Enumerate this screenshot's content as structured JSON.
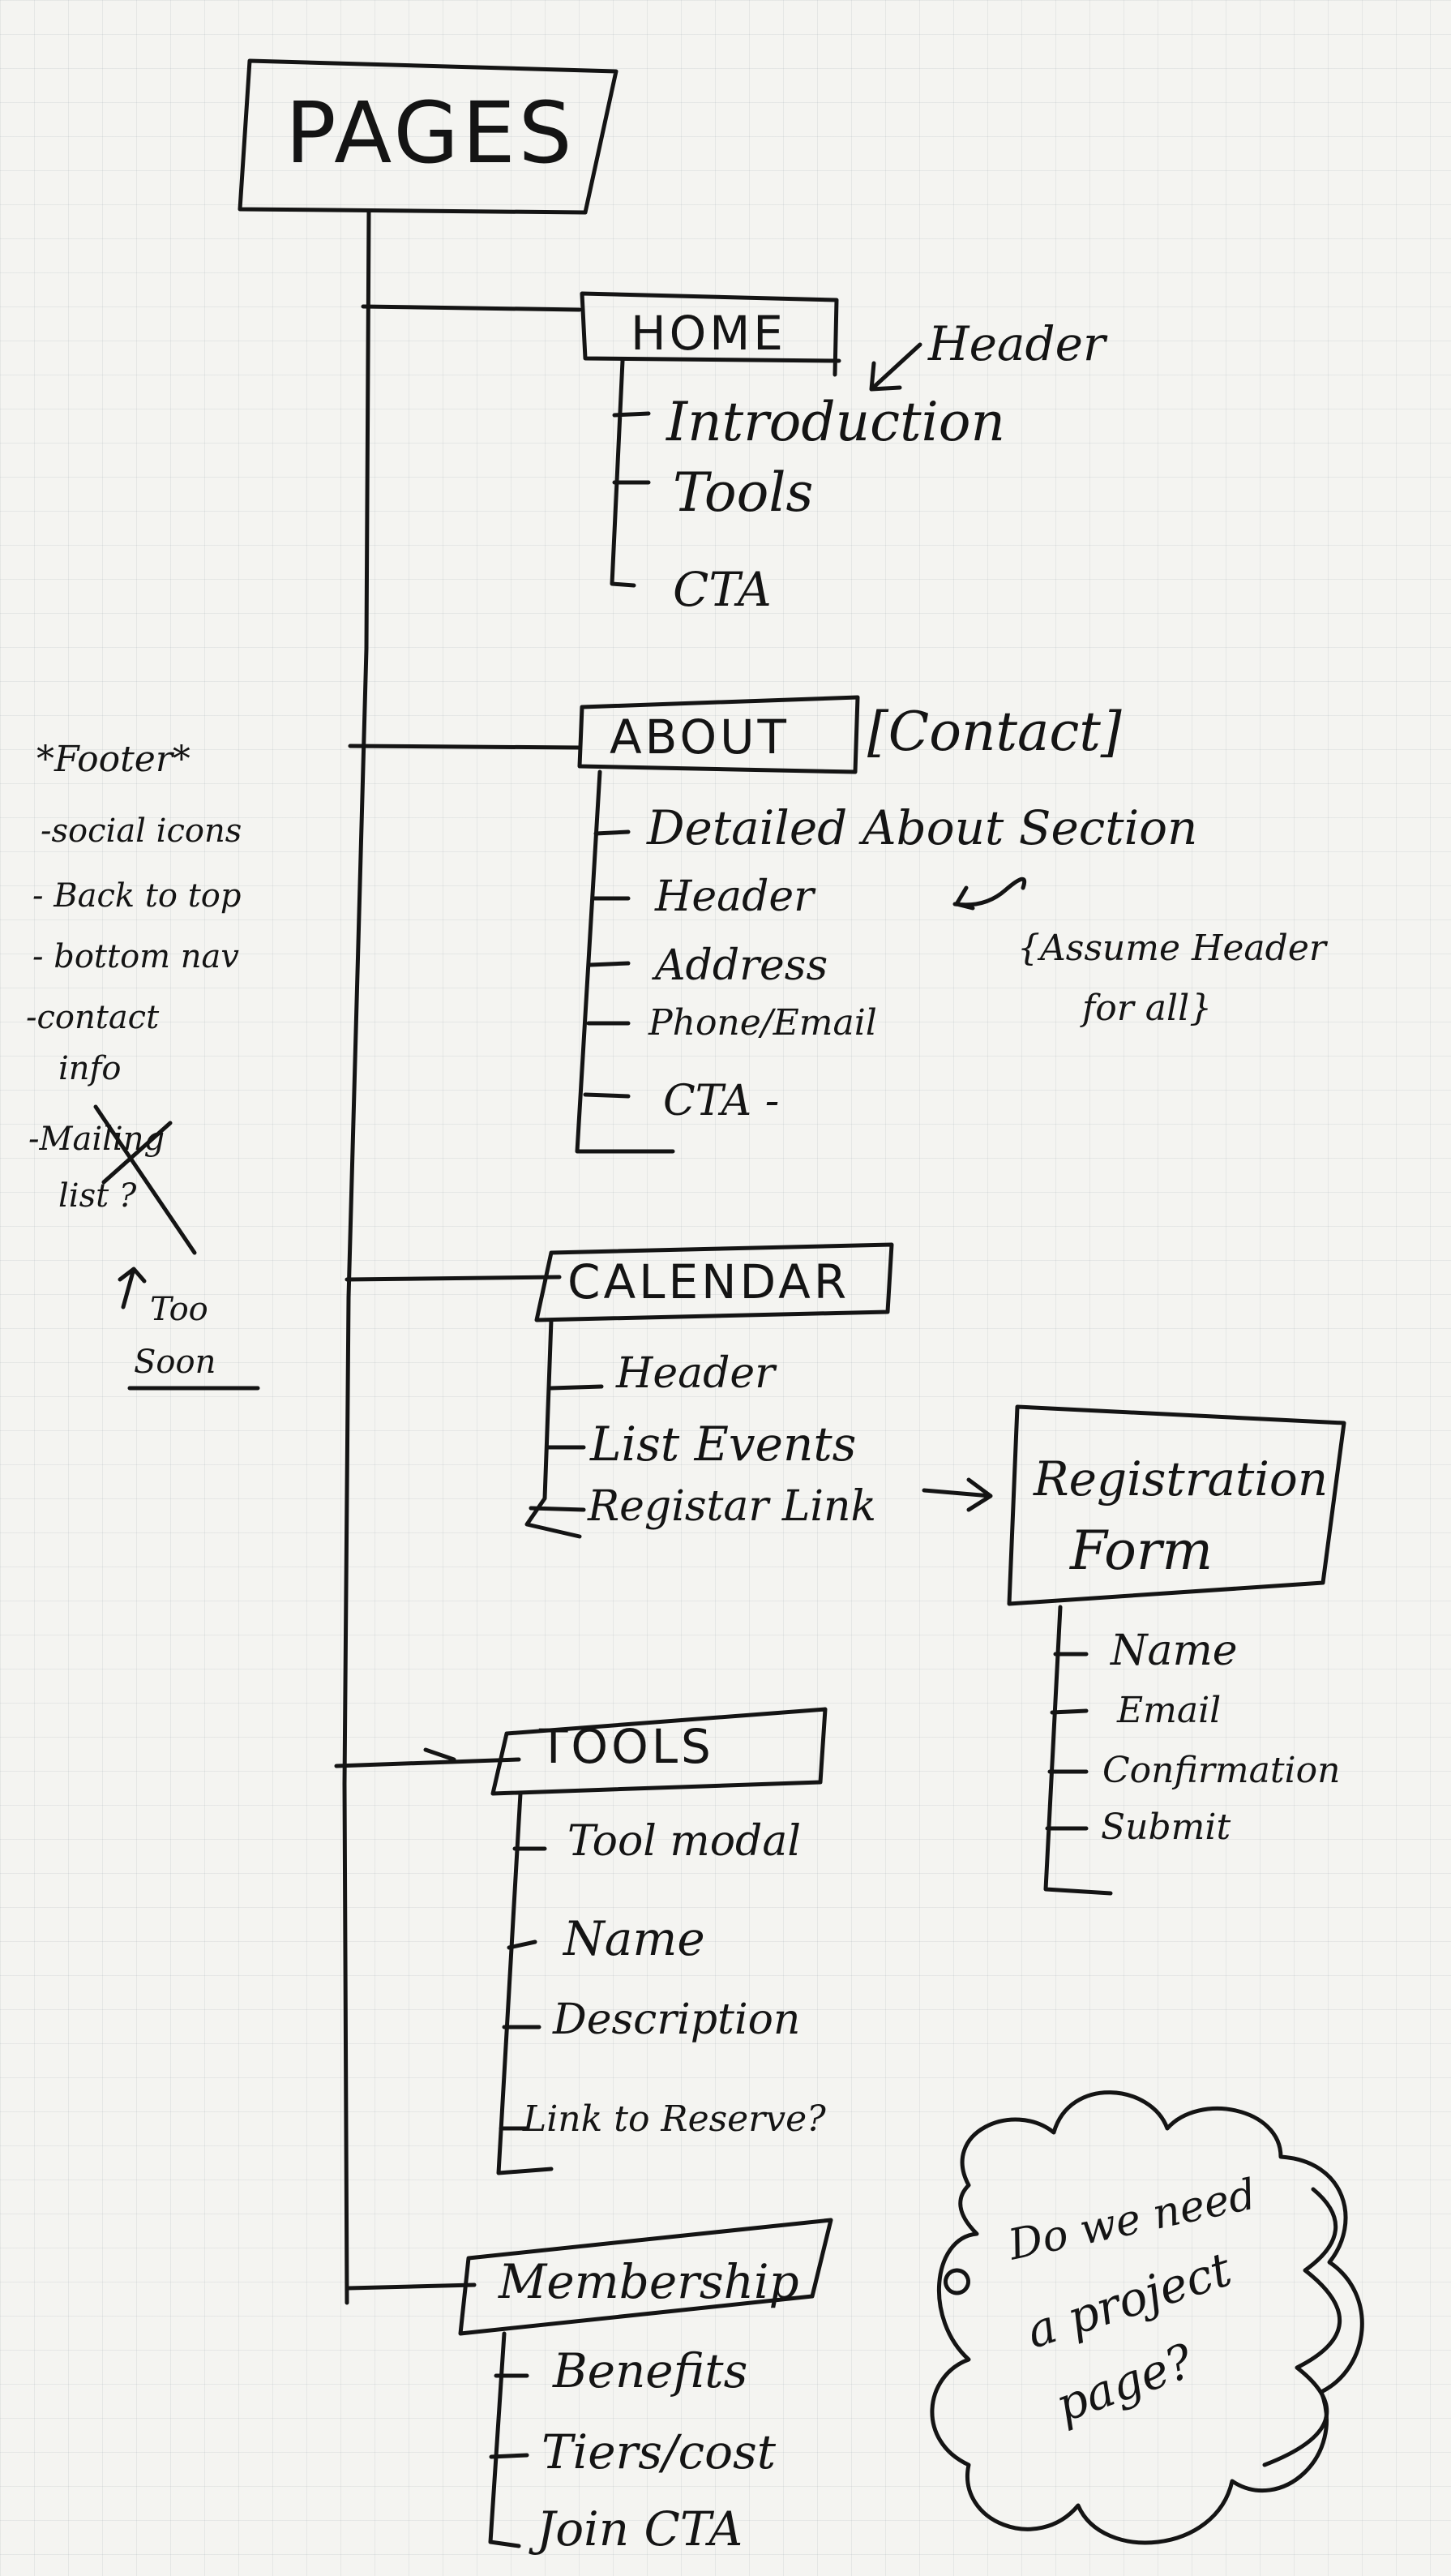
{
  "title": "PAGES",
  "home": {
    "label": "HOME",
    "note": "Header",
    "items": [
      "Introduction",
      "Tools",
      "CTA"
    ]
  },
  "about": {
    "label": "ABOUT",
    "alt_label": "[Contact]",
    "items": [
      "Detailed About Section",
      "Header",
      "Address",
      "Phone/Email",
      "CTA -"
    ],
    "note_line1": "{Assume Header",
    "note_line2": "for all}"
  },
  "footer": {
    "title": "*Footer*",
    "items": [
      "-social icons",
      "- Back to top",
      "- bottom nav",
      "-contact",
      "info"
    ],
    "struck_line1": "-Mailing",
    "struck_line2": "list ?",
    "note_line1": "Too",
    "note_line2": "Soon"
  },
  "calendar": {
    "label": "CALENDAR",
    "items": [
      "Header",
      "List Events",
      "Registar Link"
    ]
  },
  "registration_form": {
    "title_line1": "Registration",
    "title_line2": "Form",
    "items": [
      "Name",
      "Email",
      "Confirmation",
      "Submit"
    ]
  },
  "tools": {
    "label": "TOOLS",
    "items": [
      "Tool modal",
      "Name",
      "Description",
      "Link to Reserve?"
    ]
  },
  "membership": {
    "label": "Membership",
    "items": [
      "Benefits",
      "Tiers/cost",
      "Join CTA"
    ]
  },
  "cloud_note": {
    "line1": "Do we need",
    "line2": "a project",
    "line3": "page?"
  }
}
